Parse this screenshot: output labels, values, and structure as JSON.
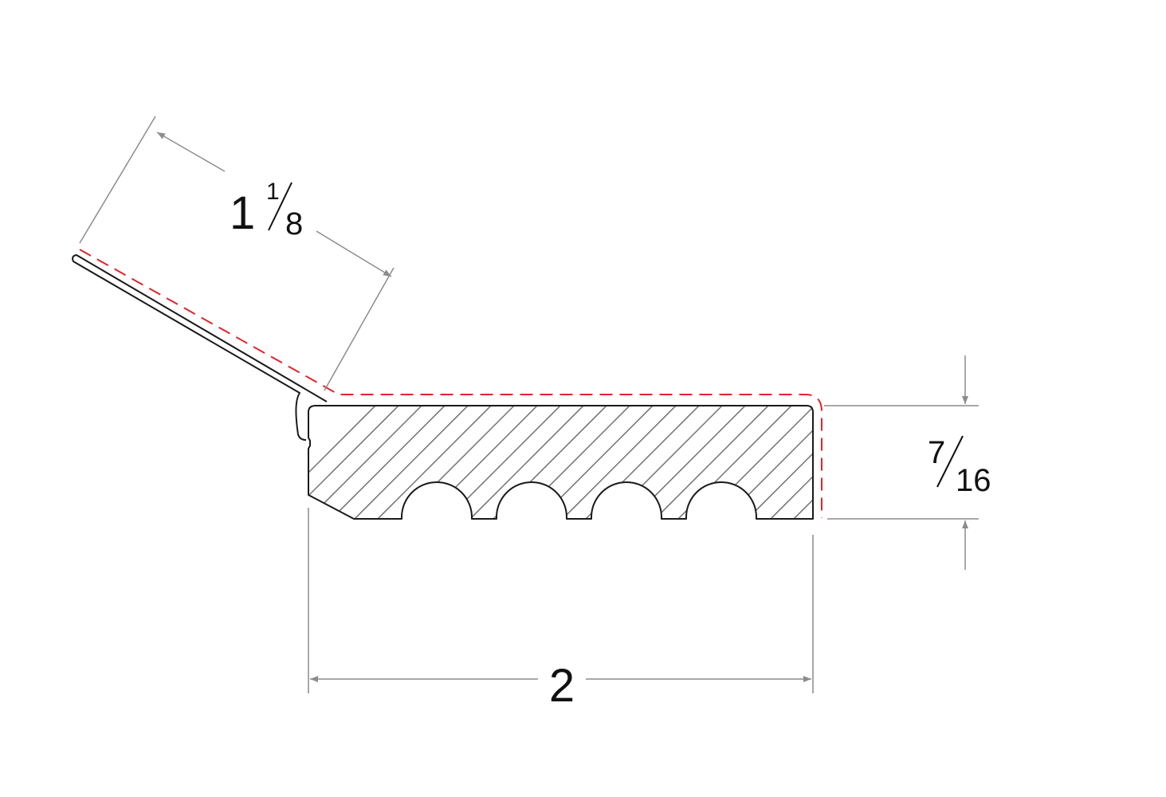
{
  "dimensions": {
    "lip_length": {
      "whole": "1",
      "numerator": "1",
      "denominator": "8"
    },
    "thickness": {
      "numerator": "7",
      "denominator": "16"
    },
    "width": {
      "value": "2"
    }
  },
  "colors": {
    "outline": "#1a1a1a",
    "hatch": "#6f6f6f",
    "dimension_line": "#8c8c8c",
    "finish_edge": "#e0242b"
  },
  "profile": {
    "groove_count": 4
  }
}
